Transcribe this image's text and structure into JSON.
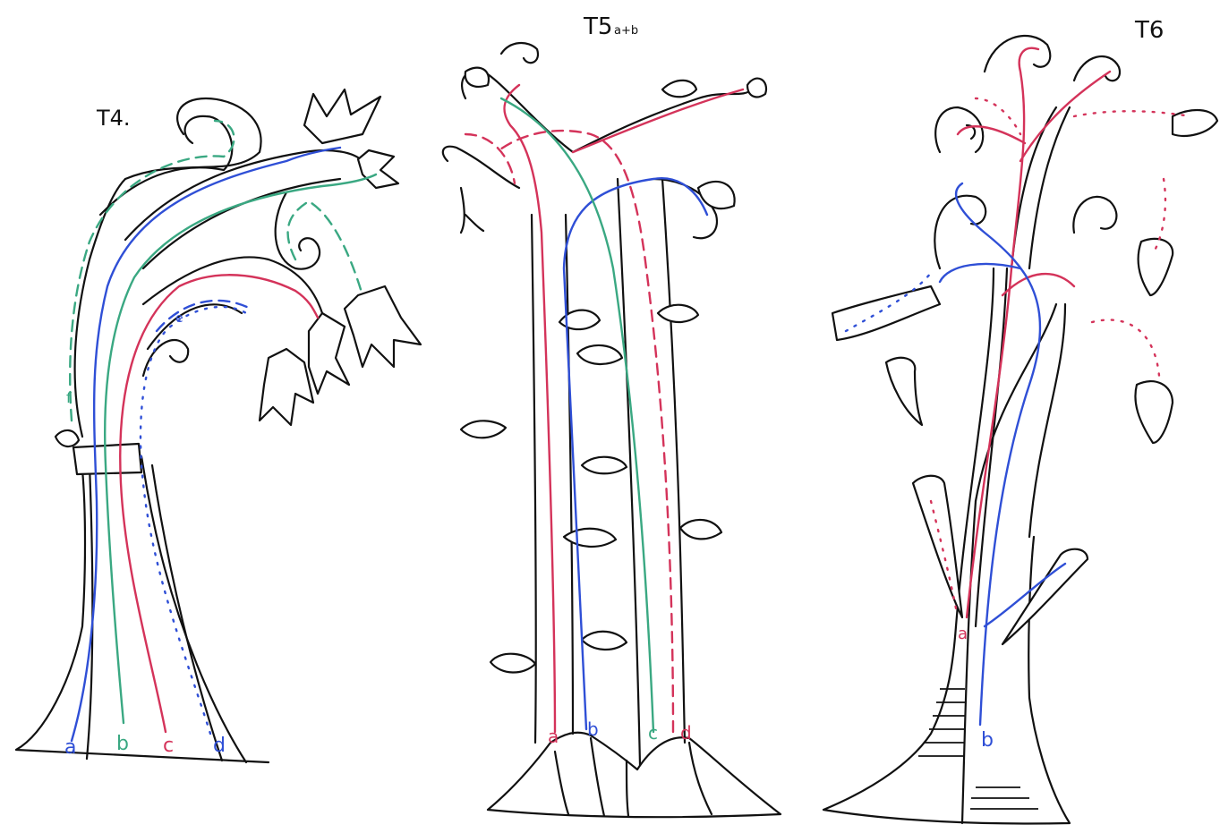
{
  "colors": {
    "outline": "#111111",
    "blue": "#2f4fd6",
    "green": "#3aa882",
    "red": "#d4335a",
    "background": "#ffffff"
  },
  "panels": [
    {
      "title": "T4.",
      "strand_labels": {
        "a": "a",
        "b": "b",
        "c": "c",
        "d": "d",
        "e": "e",
        "f": "f"
      }
    },
    {
      "title": "T5",
      "title_suffix": "a+b",
      "strand_labels": {
        "a": "a",
        "b": "b",
        "c": "c",
        "d": "d"
      }
    },
    {
      "title": "T6",
      "strand_labels": {
        "a": "a",
        "b": "b"
      }
    }
  ]
}
